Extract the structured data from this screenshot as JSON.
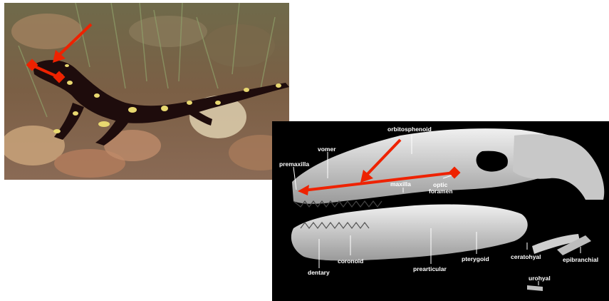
{
  "colors": {
    "arrow": "#ee2200",
    "panel_background": "#000000",
    "bone": "#d8d8d8",
    "label_text": "#ffffff"
  },
  "photo": {
    "subject": "fire salamander on leaf litter",
    "annotations": [
      "red-arrow",
      "red-double-headed-line"
    ]
  },
  "skull": {
    "labels": {
      "orbitosphenoid": "orbitosphenoid",
      "vomer": "vomer",
      "premaxilla": "premaxilla",
      "maxilla": "maxilla",
      "optic_foramen_1": "optic",
      "optic_foramen_2": "foramen",
      "dentary": "dentary",
      "coronoid": "coronoid",
      "prearticular": "prearticular",
      "pterygoid": "pterygoid",
      "ceratohyal": "ceratohyal",
      "epibranchial": "epibranchial",
      "urohyal": "urohyal"
    }
  }
}
